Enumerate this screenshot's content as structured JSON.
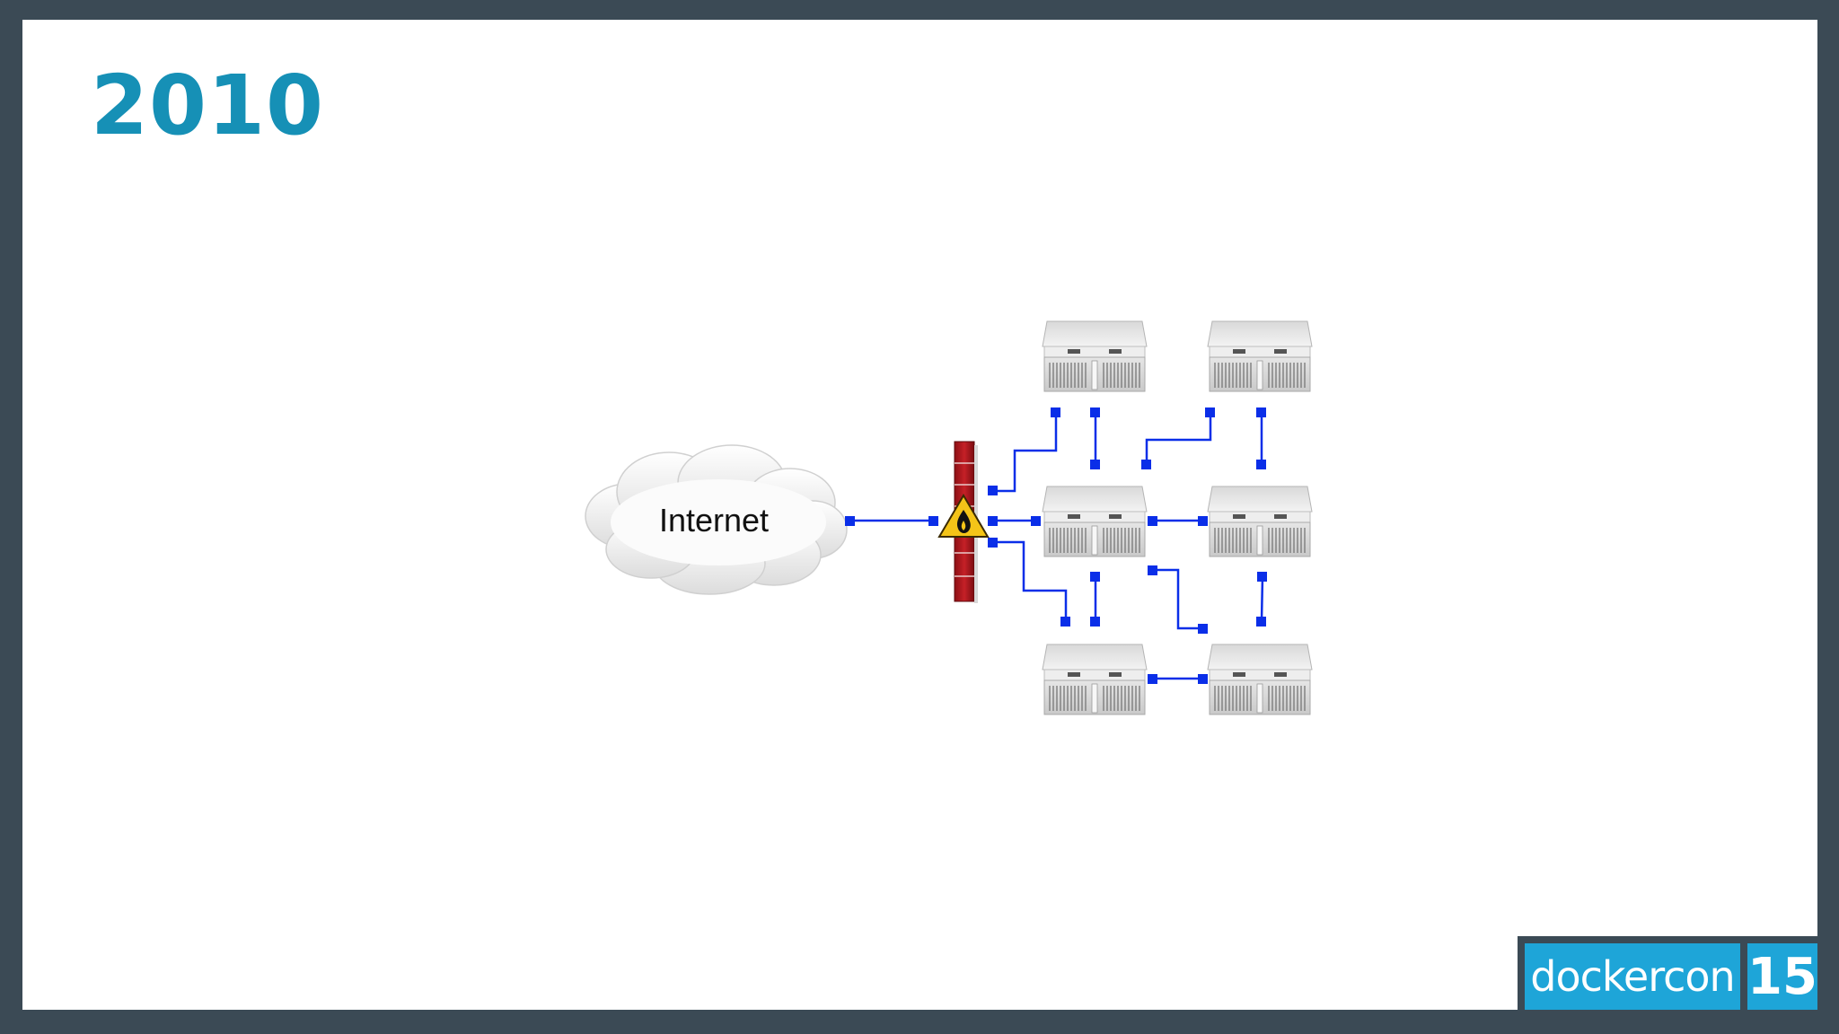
{
  "slide": {
    "title": "2010",
    "diagram": {
      "cloud_label": "Internet",
      "link_color": "#0a2ee8",
      "firewall_color": "#b3191f",
      "server_count": 6
    },
    "footer": {
      "brand": "dockercon",
      "edition": "15",
      "brand_color": "#1ea5d8"
    }
  }
}
